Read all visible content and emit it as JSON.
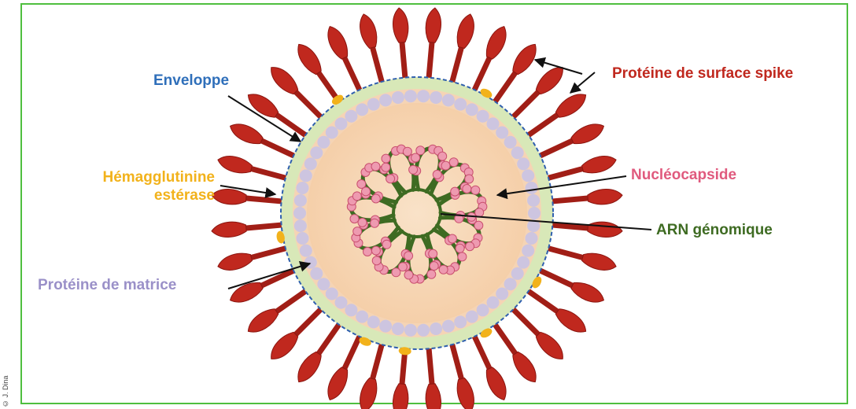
{
  "credit": "© J. Dina",
  "labels": {
    "enveloppe": "Enveloppe",
    "spike": "Protéine de surface spike",
    "hemagglutinine_1": "Hémagglutinine",
    "hemagglutinine_2": "estérase",
    "nucleocapside": "Nucléocapside",
    "arn": "ARN génomique",
    "matrice": "Protéine de matrice"
  },
  "colors": {
    "border": "#4fbf3f",
    "enveloppe": "#2f6fba",
    "spike": "#c0281e",
    "hemagglutinine": "#f2b21b",
    "nucleocapside": "#e05a7e",
    "arn": "#3e6b22",
    "matrice": "#9a90c8"
  }
}
